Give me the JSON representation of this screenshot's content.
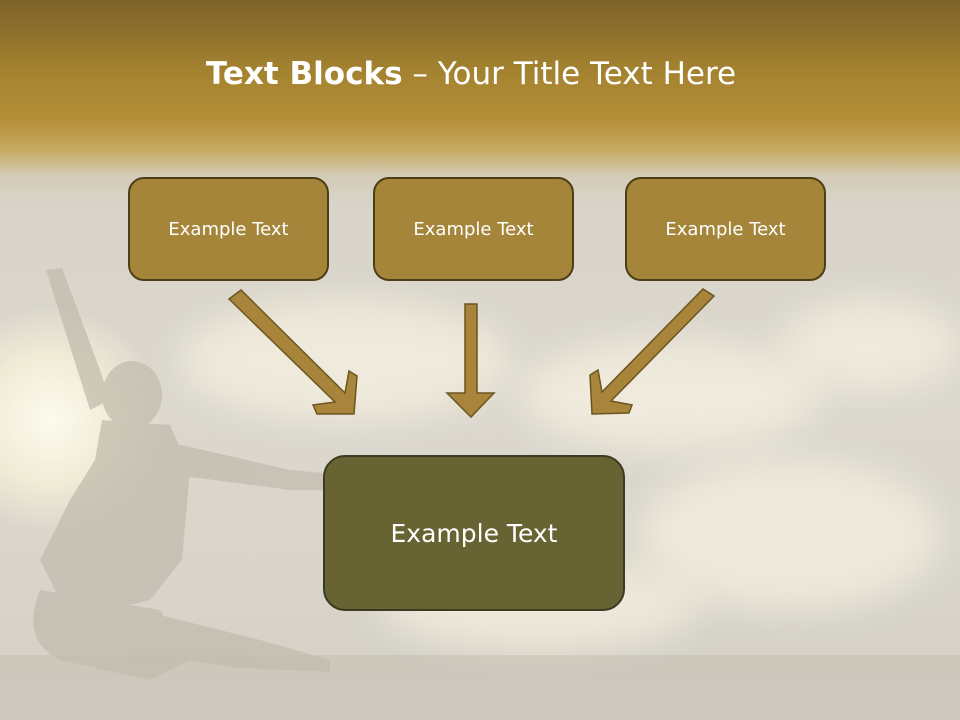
{
  "title": {
    "bold": "Text Blocks",
    "rest": " – Your Title Text Here"
  },
  "boxes": [
    {
      "text": "Example Text"
    },
    {
      "text": "Example Text"
    },
    {
      "text": "Example Text"
    }
  ],
  "target": {
    "text": "Example Text"
  },
  "colors": {
    "header": "#a3822f",
    "box_fill": "#a5853a",
    "box_border": "#4d3e16",
    "target_fill": "#676333",
    "arrow_fill": "#a8853a",
    "arrow_stroke": "#6b5520"
  }
}
